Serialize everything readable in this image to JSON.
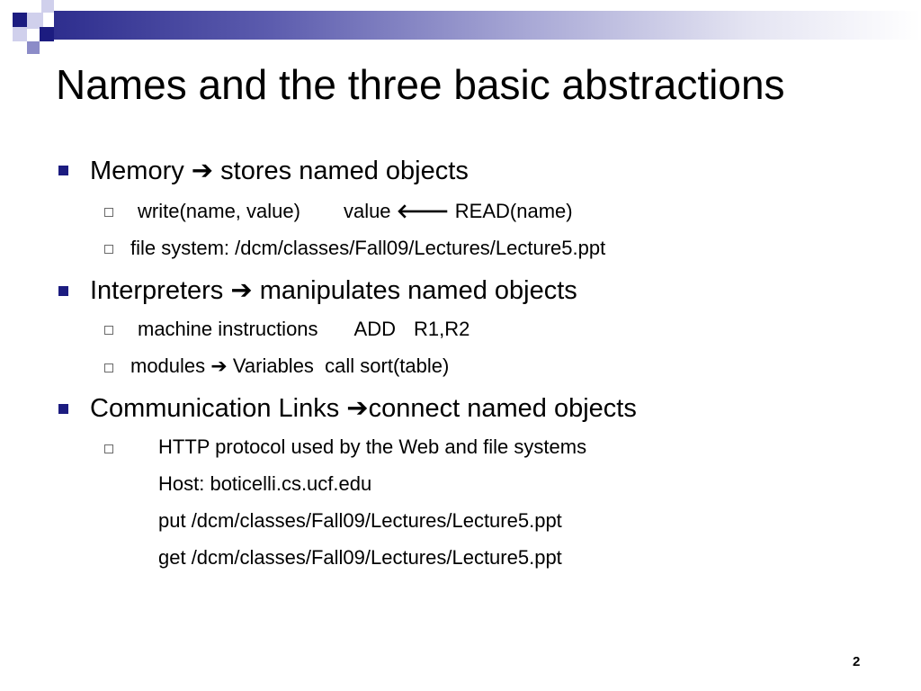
{
  "slide": {
    "title": "Names and the three basic abstractions",
    "page_number": "2",
    "accent_color": "#1c1c80"
  },
  "bullets": [
    {
      "pre": "Memory",
      "arrow": "➔",
      "post": "stores named objects",
      "sub": [
        {
          "a": "write(name, value)",
          "b": "value",
          "arrow": "🡐",
          "c": "READ(name)"
        },
        {
          "text": "file system: /dcm/classes/Fall09/Lectures/Lecture5.ppt"
        }
      ]
    },
    {
      "pre": "Interpreters",
      "arrow": "➔",
      "post": "manipulates named objects",
      "sub": [
        {
          "a": "machine instructions",
          "b": "ADD",
          "c": "R1,R2"
        },
        {
          "pre": "modules",
          "arrow": "➔",
          "post": "Variables  call sort(table)"
        }
      ]
    },
    {
      "pre": "Communication Links",
      "arrow": "➔",
      "post": "connect named objects",
      "sub": [
        {
          "text": "HTTP protocol used by the Web and file systems"
        },
        {
          "text": "Host: boticelli.cs.ucf.edu"
        },
        {
          "text": "put /dcm/classes/Fall09/Lectures/Lecture5.ppt"
        },
        {
          "text": "get /dcm/classes/Fall09/Lectures/Lecture5.ppt"
        }
      ]
    }
  ]
}
